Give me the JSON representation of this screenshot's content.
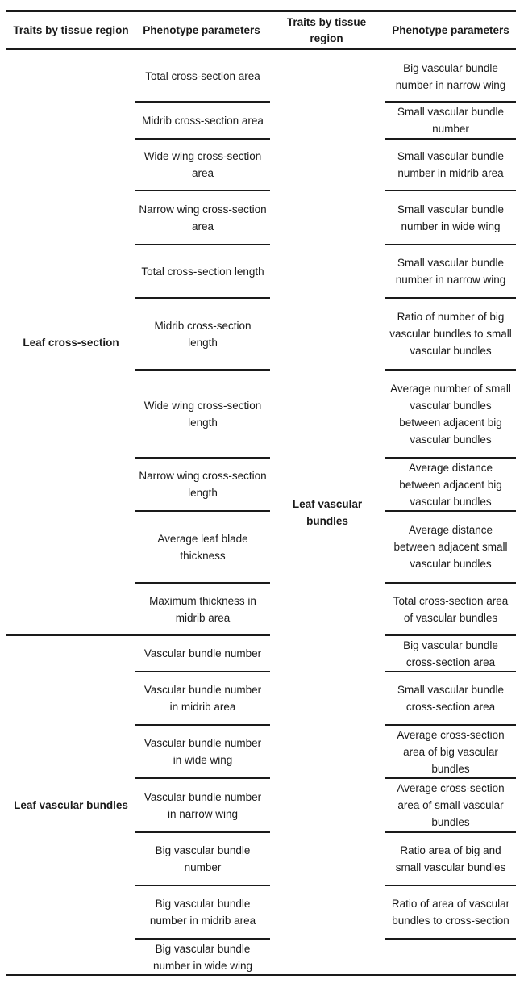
{
  "headers": {
    "col1": "Traits by tissue region",
    "col2": "Phenotype parameters",
    "col3": "Traits by tissue region",
    "col4": "Phenotype parameters"
  },
  "left_groups": [
    {
      "label": "Leaf cross-section"
    },
    {
      "label": "Leaf vascular bundles"
    }
  ],
  "right_group": {
    "label": "Leaf vascular bundles"
  },
  "left_params": [
    "Total cross-section area",
    "Midrib cross-section area",
    "Wide wing cross-section area",
    "Narrow wing cross-section area",
    "Total cross-section length",
    "Midrib cross-section length",
    "Wide wing cross-section length",
    "Narrow wing cross-section length",
    "Average leaf blade thickness",
    "Maximum thickness in midrib area",
    "Vascular bundle number",
    "Vascular bundle number in midrib area",
    "Vascular bundle number in wide wing",
    "Vascular bundle number in narrow wing",
    "Big vascular bundle number",
    "Big vascular bundle number in midrib area",
    "Big vascular bundle number in wide wing"
  ],
  "right_params": [
    "Big vascular bundle number in narrow wing",
    "Small vascular bundle number",
    "Small vascular bundle number in midrib area",
    "Small vascular bundle number in wide wing",
    "Small vascular bundle number in narrow wing",
    "Ratio of number of big vascular bundles to small vascular bundles",
    "Average number of small vascular bundles between adjacent big vascular bundles",
    "Average distance between adjacent big vascular bundles",
    "Average distance between adjacent small vascular bundles",
    "Total cross-section area of vascular bundles",
    "Big vascular bundle cross-section area",
    "Small vascular bundle cross-section area",
    "Average cross-section area of big vascular bundles",
    "Average cross-section area of small vascular bundles",
    "Ratio area of big and small vascular bundles",
    "Ratio of area of vascular bundles to cross-section"
  ]
}
